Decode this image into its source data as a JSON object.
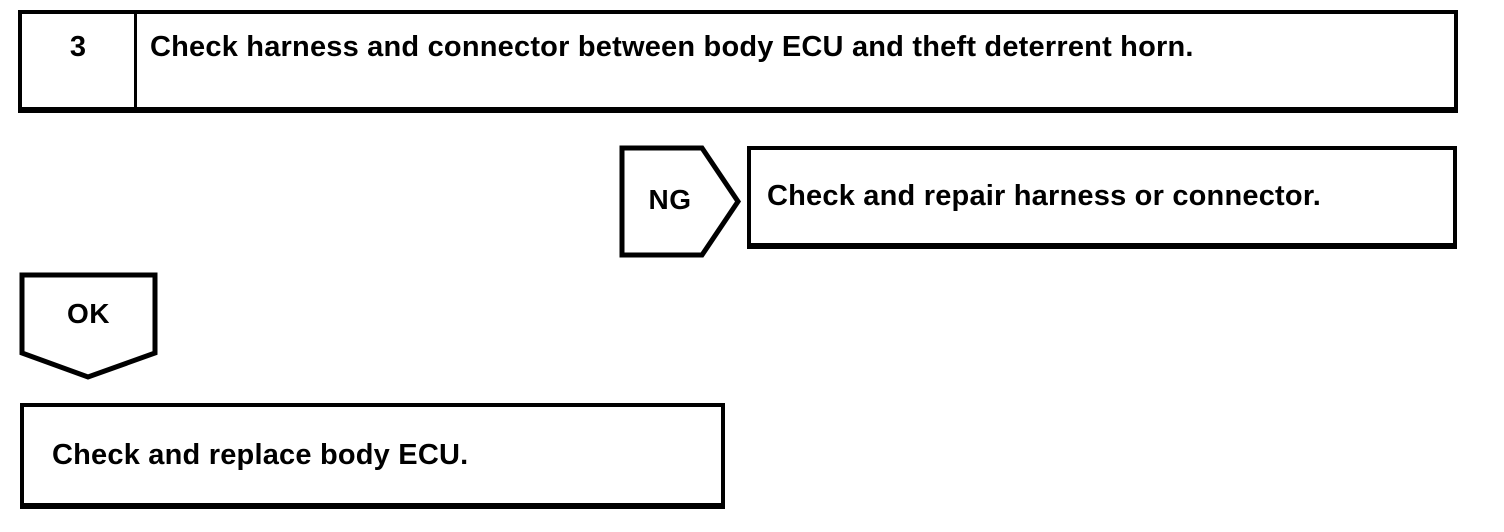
{
  "page": {
    "background": "#ffffff",
    "line_color": "#000000"
  },
  "step_box": {
    "number": "3",
    "instruction": "Check harness and connector between body ECU and theft deterrent horn."
  },
  "ng_branch": {
    "connector_label": "NG",
    "action": "Check and repair harness or connector."
  },
  "ok_branch": {
    "connector_label": "OK",
    "action": "Check and replace body ECU."
  }
}
